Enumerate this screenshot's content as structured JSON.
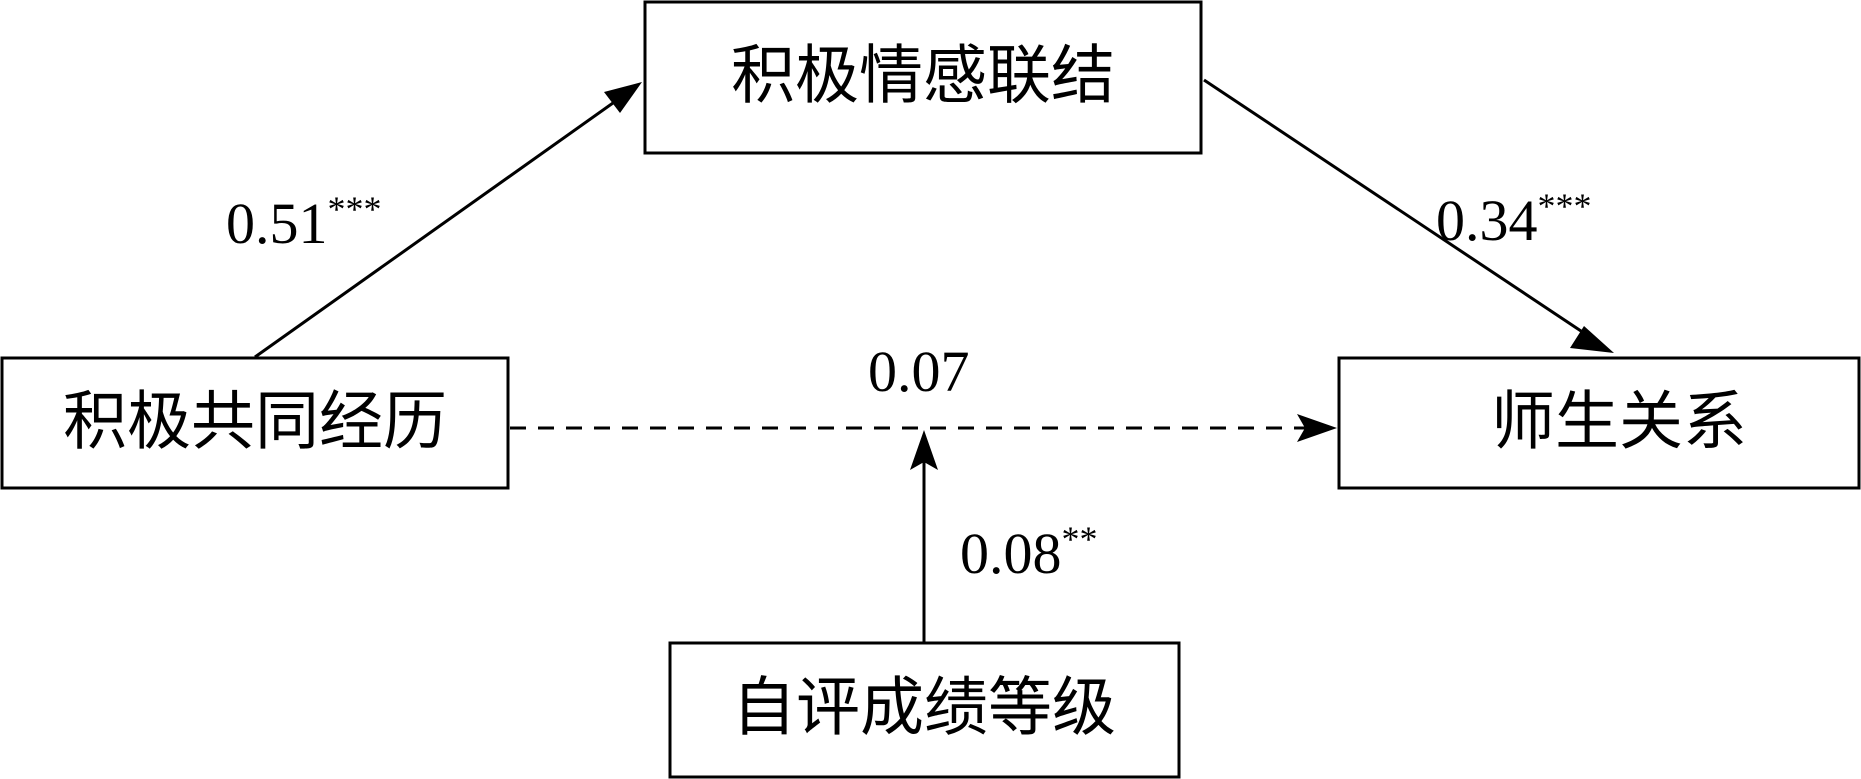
{
  "diagram": {
    "type": "moderated mediation path model",
    "nodes": {
      "predictor": "积极共同经历",
      "mediator": "积极情感联结",
      "outcome": "师生关系",
      "moderator": "自评成绩等级"
    },
    "paths": {
      "a": {
        "from": "积极共同经历",
        "to": "积极情感联结",
        "coefficient": "0.51",
        "significance": "***"
      },
      "b": {
        "from": "积极情感联结",
        "to": "师生关系",
        "coefficient": "0.34",
        "significance": "***"
      },
      "c_prime": {
        "from": "积极共同经历",
        "to": "师生关系",
        "coefficient": "0.07",
        "significance": "",
        "style": "dashed"
      },
      "moderation": {
        "from": "自评成绩等级",
        "to": "c_prime path",
        "coefficient": "0.08",
        "significance": "**"
      }
    },
    "colors": {
      "line": "#000000",
      "background": "#ffffff"
    }
  }
}
